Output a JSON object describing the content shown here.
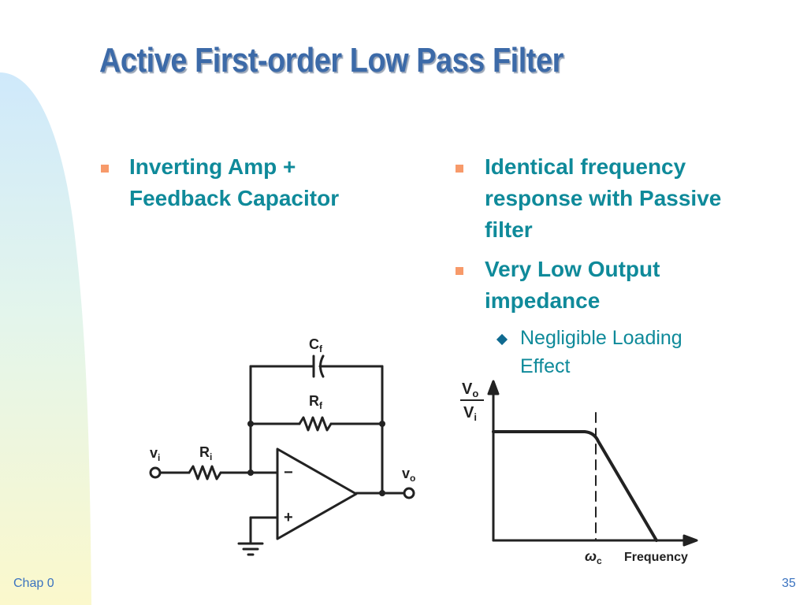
{
  "slide": {
    "title": "Active First-order Low Pass Filter",
    "left_bullets": [
      {
        "lines": [
          "Inverting Amp +",
          "Feedback Capacitor"
        ]
      }
    ],
    "right_bullets": [
      {
        "lines": [
          "Identical frequency",
          "response with Passive",
          "filter"
        ]
      },
      {
        "lines": [
          "Very Low Output",
          "impedance"
        ]
      }
    ],
    "right_sub_bullets": [
      {
        "lines": [
          "Negligible Loading",
          "Effect"
        ]
      }
    ],
    "footer": {
      "left": "Chap 0",
      "right": "35"
    },
    "colors": {
      "title": "#3c6aa8",
      "bullet_text": "#0f8a9a",
      "bullet_marker": "#f79a6a",
      "sub_bullet_marker": "#0f6a90",
      "footer": "#3b73c0"
    }
  },
  "circuit": {
    "labels": {
      "cf": "C",
      "cf_sub": "f",
      "rf": "R",
      "rf_sub": "f",
      "ri": "R",
      "ri_sub": "i",
      "vi": "v",
      "vi_sub": "i",
      "vo": "v",
      "vo_sub": "o",
      "minus": "−",
      "plus": "+"
    }
  },
  "response_plot": {
    "y_label_num": "V",
    "y_label_num_sub": "o",
    "y_label_den": "V",
    "y_label_den_sub": "i",
    "x_marker": "ω",
    "x_marker_sub": "c",
    "x_label": "Frequency"
  }
}
